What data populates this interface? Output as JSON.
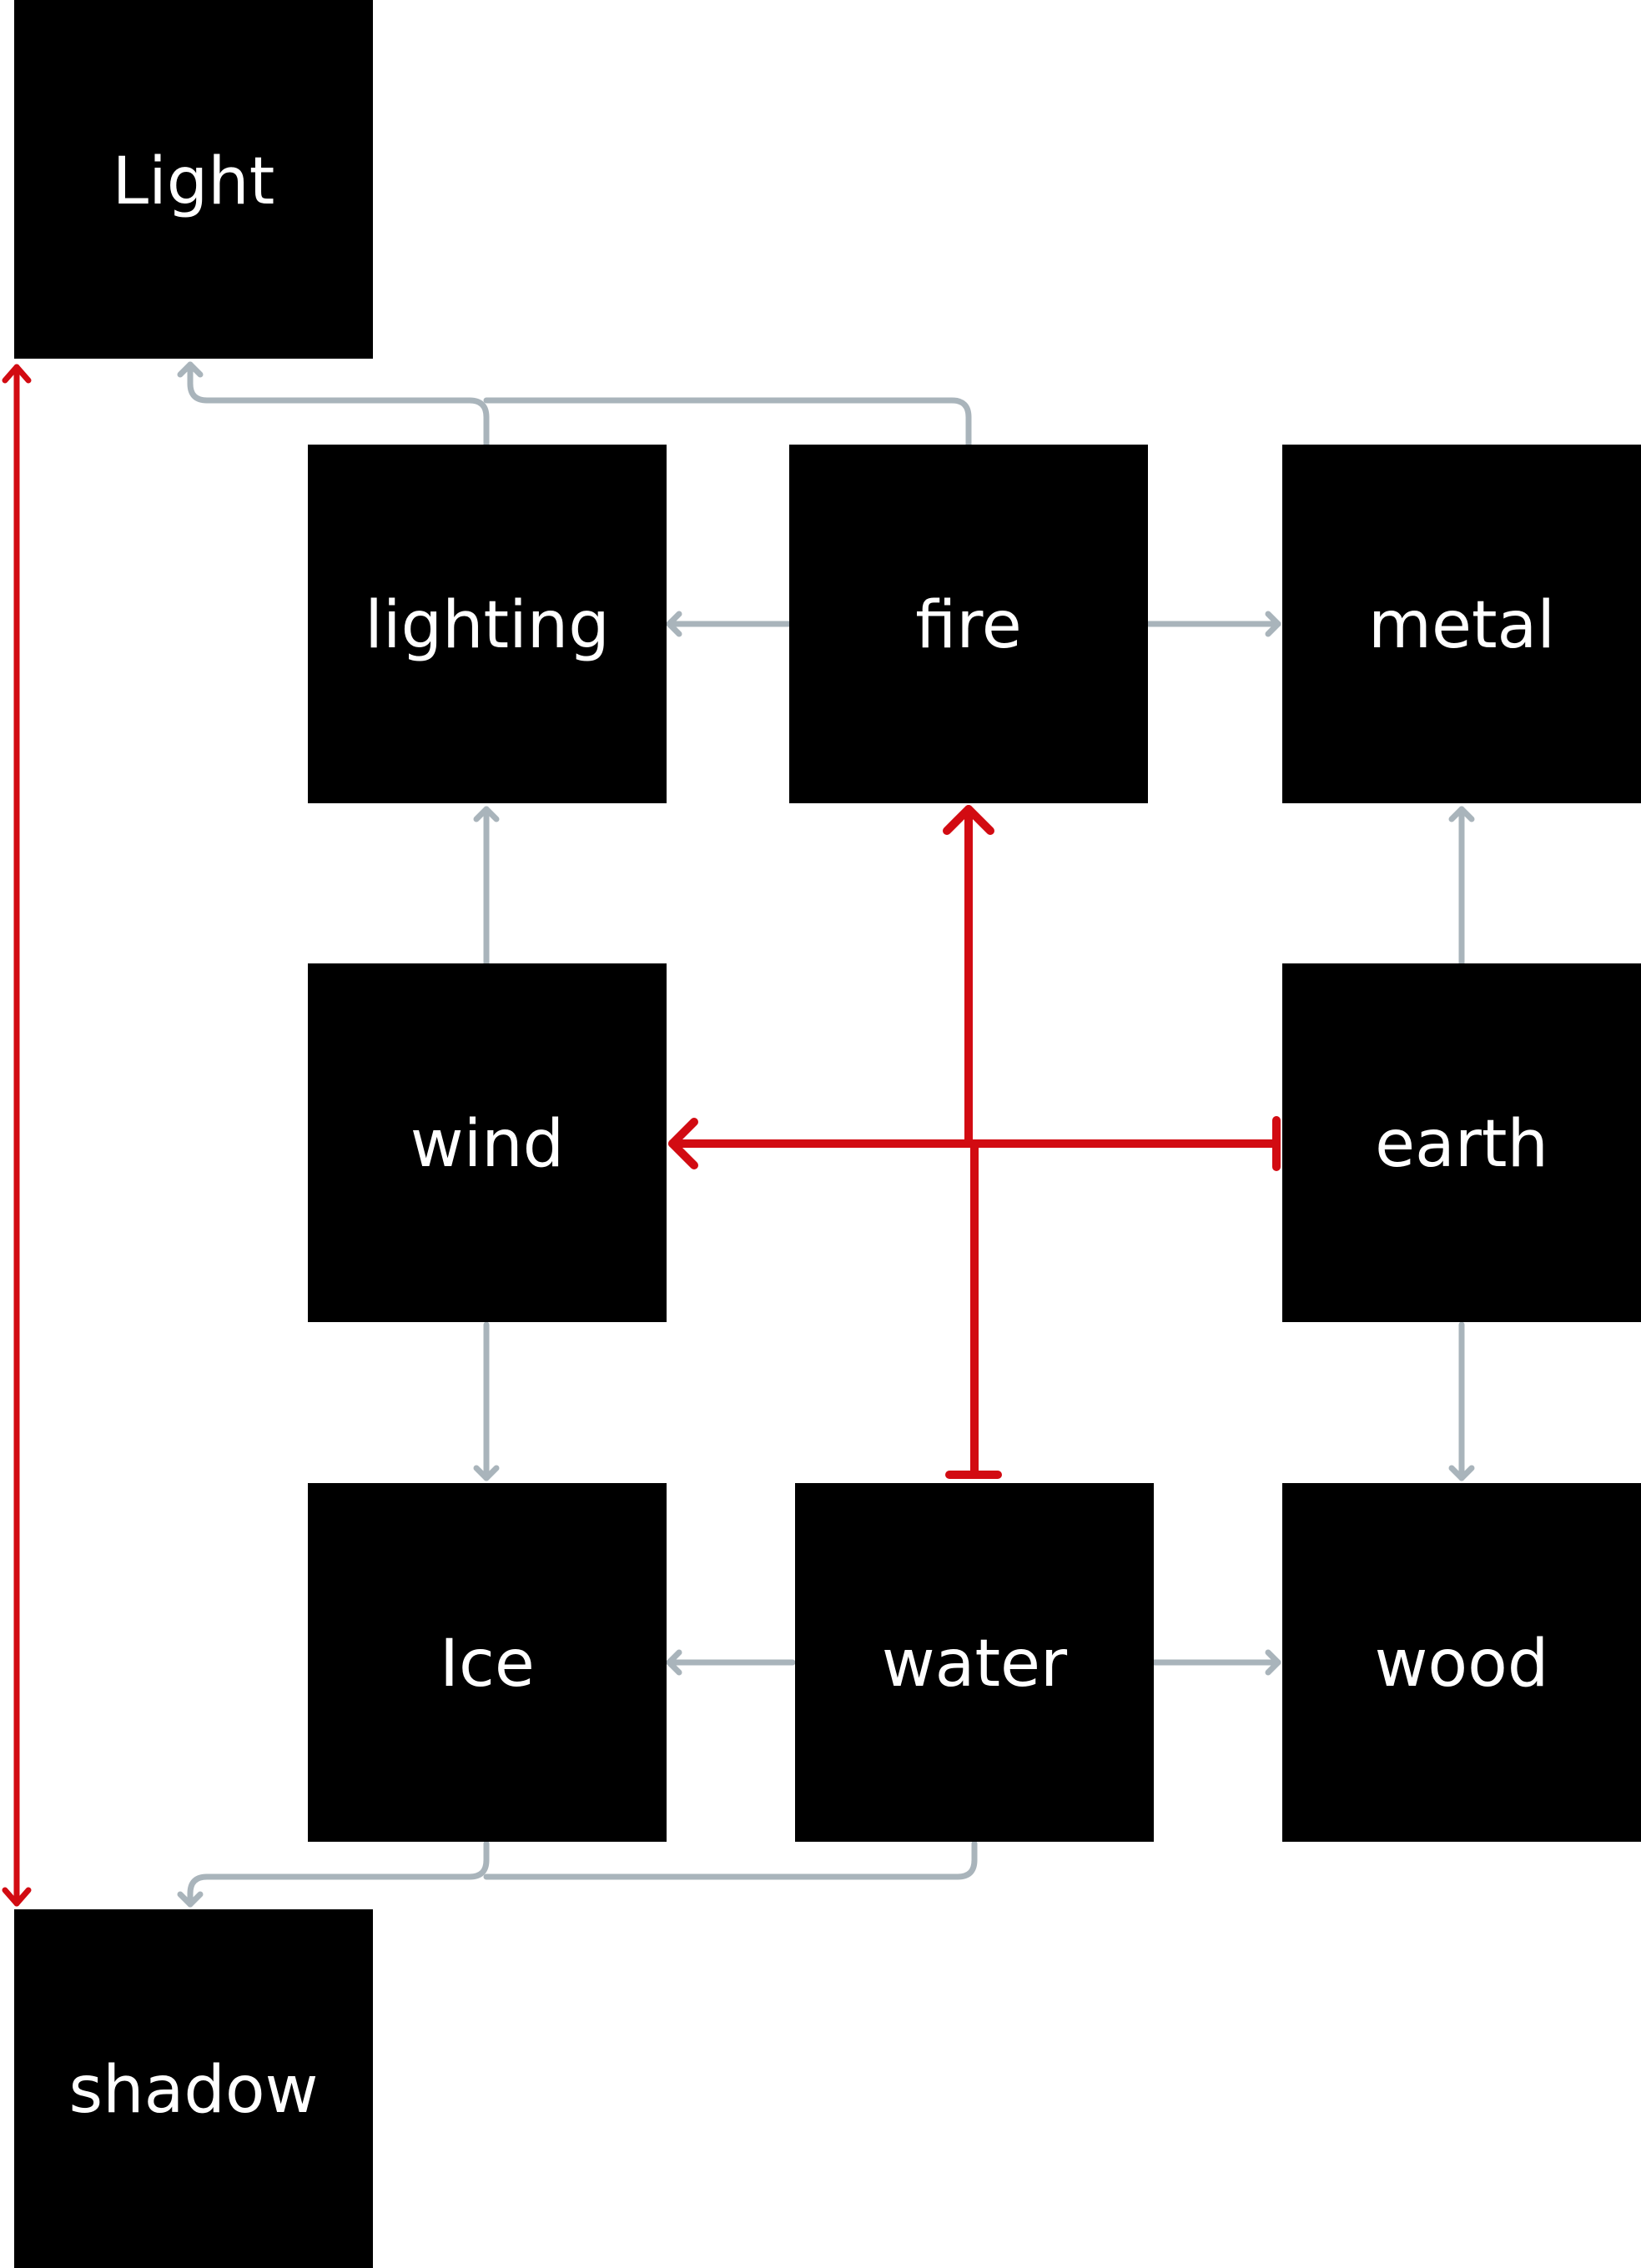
{
  "nodes": {
    "light": "Light",
    "lighting": "lighting",
    "fire": "fire",
    "metal": "metal",
    "wind": "wind",
    "earth": "earth",
    "ice": "Ice",
    "water": "water",
    "wood": "wood",
    "shadow": "shadow"
  },
  "colors": {
    "node_fill": "#000000",
    "node_text": "#ffffff",
    "neutral_edge": "#a9b4bb",
    "opposition_edge": "#d20b12",
    "background": "#ffffff"
  }
}
